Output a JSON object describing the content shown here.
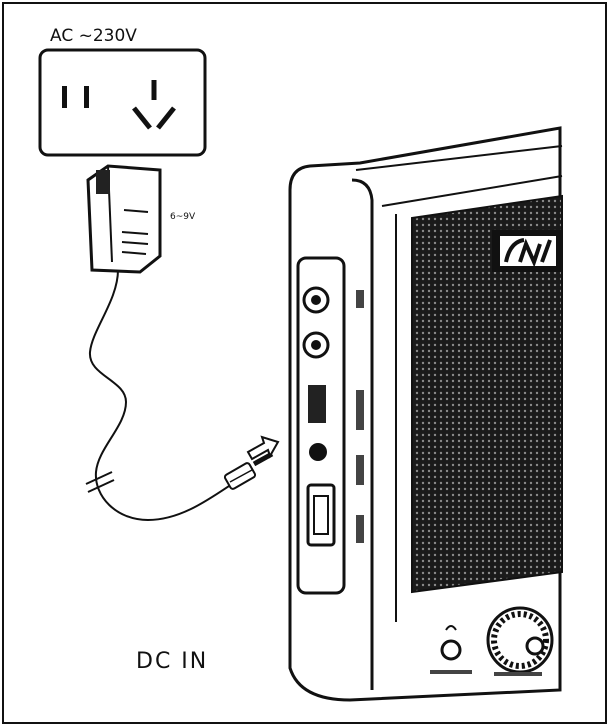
{
  "labels": {
    "ac_voltage": "AC ~230V",
    "adapter_voltage": "6~9V",
    "dc_in": "DC IN"
  },
  "colors": {
    "ink": "#111111",
    "paper": "#ffffff",
    "speaker_dot": "#1a1a1a"
  },
  "icons": {
    "outlet_pins": "power-outlet-icon",
    "plug": "dc-plug-icon",
    "arrow": "insert-arrow-icon"
  }
}
